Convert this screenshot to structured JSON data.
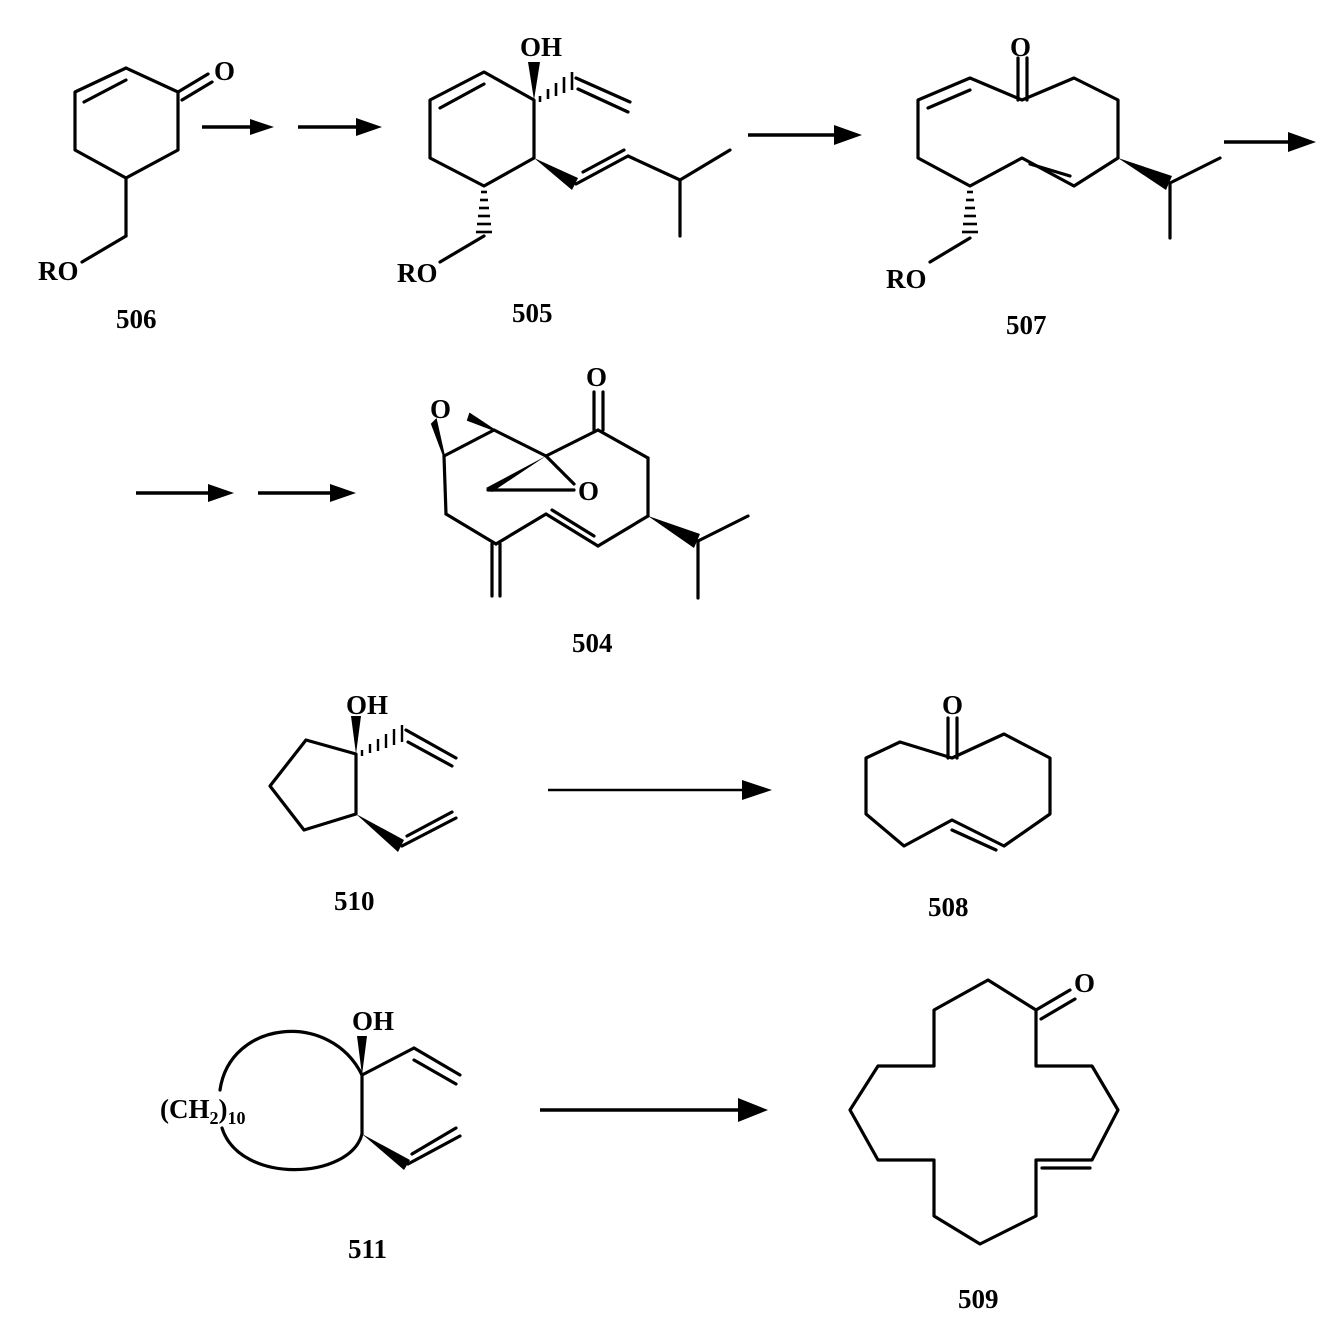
{
  "compounds": [
    {
      "id": "506",
      "labels": [
        "O",
        "RO"
      ]
    },
    {
      "id": "505",
      "labels": [
        "OH",
        "RO"
      ]
    },
    {
      "id": "507",
      "labels": [
        "O",
        "RO"
      ]
    },
    {
      "id": "504",
      "labels": [
        "O",
        "O",
        "O"
      ]
    },
    {
      "id": "510",
      "labels": [
        "OH"
      ]
    },
    {
      "id": "508",
      "labels": [
        "O"
      ]
    },
    {
      "id": "511",
      "labels": [
        "OH",
        "(CH",
        "2",
        ")",
        "10"
      ]
    },
    {
      "id": "509",
      "labels": [
        "O"
      ]
    }
  ]
}
